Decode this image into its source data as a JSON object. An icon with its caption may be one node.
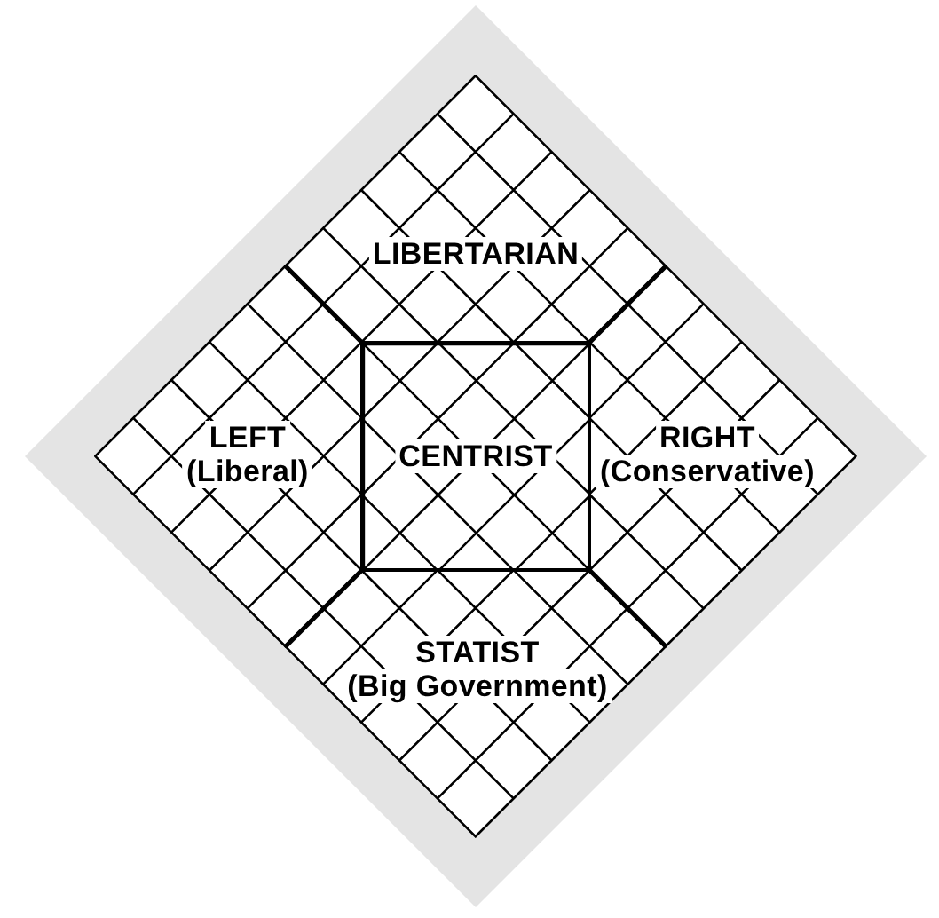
{
  "diagram": {
    "nodes": [
      {
        "text": [
          "LIBERTARIAN"
        ]
      },
      {
        "text": [
          "LEFT",
          "(Liberal)"
        ]
      },
      {
        "text": [
          "CENTRIST"
        ]
      },
      {
        "text": [
          "RIGHT",
          "(Conservative)"
        ]
      },
      {
        "text": [
          "STATIST",
          "(Big Government)"
        ]
      }
    ]
  }
}
